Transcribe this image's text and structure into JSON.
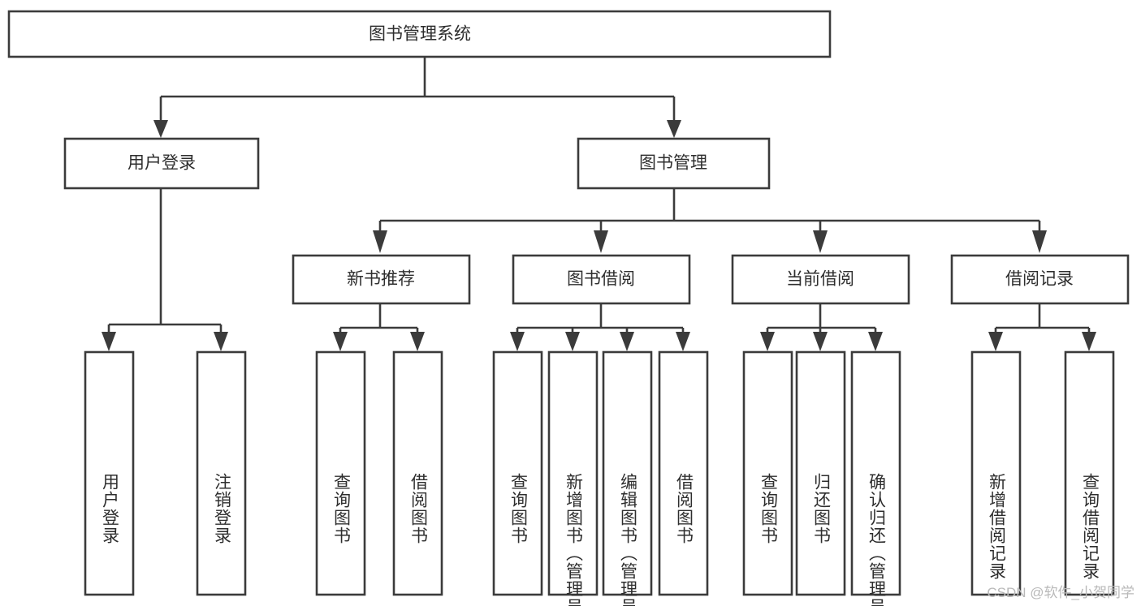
{
  "diagram": {
    "type": "tree-hierarchy",
    "title": "图书管理系统",
    "watermark": "CSDN @软件_小贺同学",
    "colors": {
      "stroke": "#3b3b3b",
      "box_fill": "#ffffff",
      "text": "#2e2e2e",
      "background": "#ffffff",
      "watermark": "#b9b9b9"
    },
    "levels": {
      "root": {
        "label": "图书管理系统",
        "orientation": "horizontal"
      },
      "level1": [
        {
          "label": "用户登录",
          "orientation": "horizontal"
        },
        {
          "label": "图书管理",
          "orientation": "horizontal"
        }
      ],
      "level2": [
        {
          "label": "新书推荐",
          "orientation": "horizontal",
          "parent": "图书管理"
        },
        {
          "label": "图书借阅",
          "orientation": "horizontal",
          "parent": "图书管理"
        },
        {
          "label": "当前借阅",
          "orientation": "horizontal",
          "parent": "图书管理"
        },
        {
          "label": "借阅记录",
          "orientation": "horizontal",
          "parent": "图书管理"
        }
      ],
      "leaves": [
        {
          "label": "用户登录",
          "orientation": "vertical",
          "parent": "用户登录"
        },
        {
          "label": "注销登录",
          "orientation": "vertical",
          "parent": "用户登录"
        },
        {
          "label": "查询图书",
          "orientation": "vertical",
          "parent": "新书推荐"
        },
        {
          "label": "借阅图书",
          "orientation": "vertical",
          "parent": "新书推荐"
        },
        {
          "label": "查询图书",
          "orientation": "vertical",
          "parent": "图书借阅"
        },
        {
          "label": "新增图书（管理员）",
          "orientation": "vertical",
          "parent": "图书借阅"
        },
        {
          "label": "编辑图书（管理员）",
          "orientation": "vertical",
          "parent": "图书借阅"
        },
        {
          "label": "借阅图书",
          "orientation": "vertical",
          "parent": "图书借阅"
        },
        {
          "label": "查询图书",
          "orientation": "vertical",
          "parent": "当前借阅"
        },
        {
          "label": "归还图书",
          "orientation": "vertical",
          "parent": "当前借阅"
        },
        {
          "label": "确认归还（管理员）",
          "orientation": "vertical",
          "parent": "当前借阅"
        },
        {
          "label": "新增借阅记录",
          "orientation": "vertical",
          "parent": "借阅记录"
        },
        {
          "label": "查询借阅记录",
          "orientation": "vertical",
          "parent": "借阅记录"
        }
      ]
    }
  }
}
